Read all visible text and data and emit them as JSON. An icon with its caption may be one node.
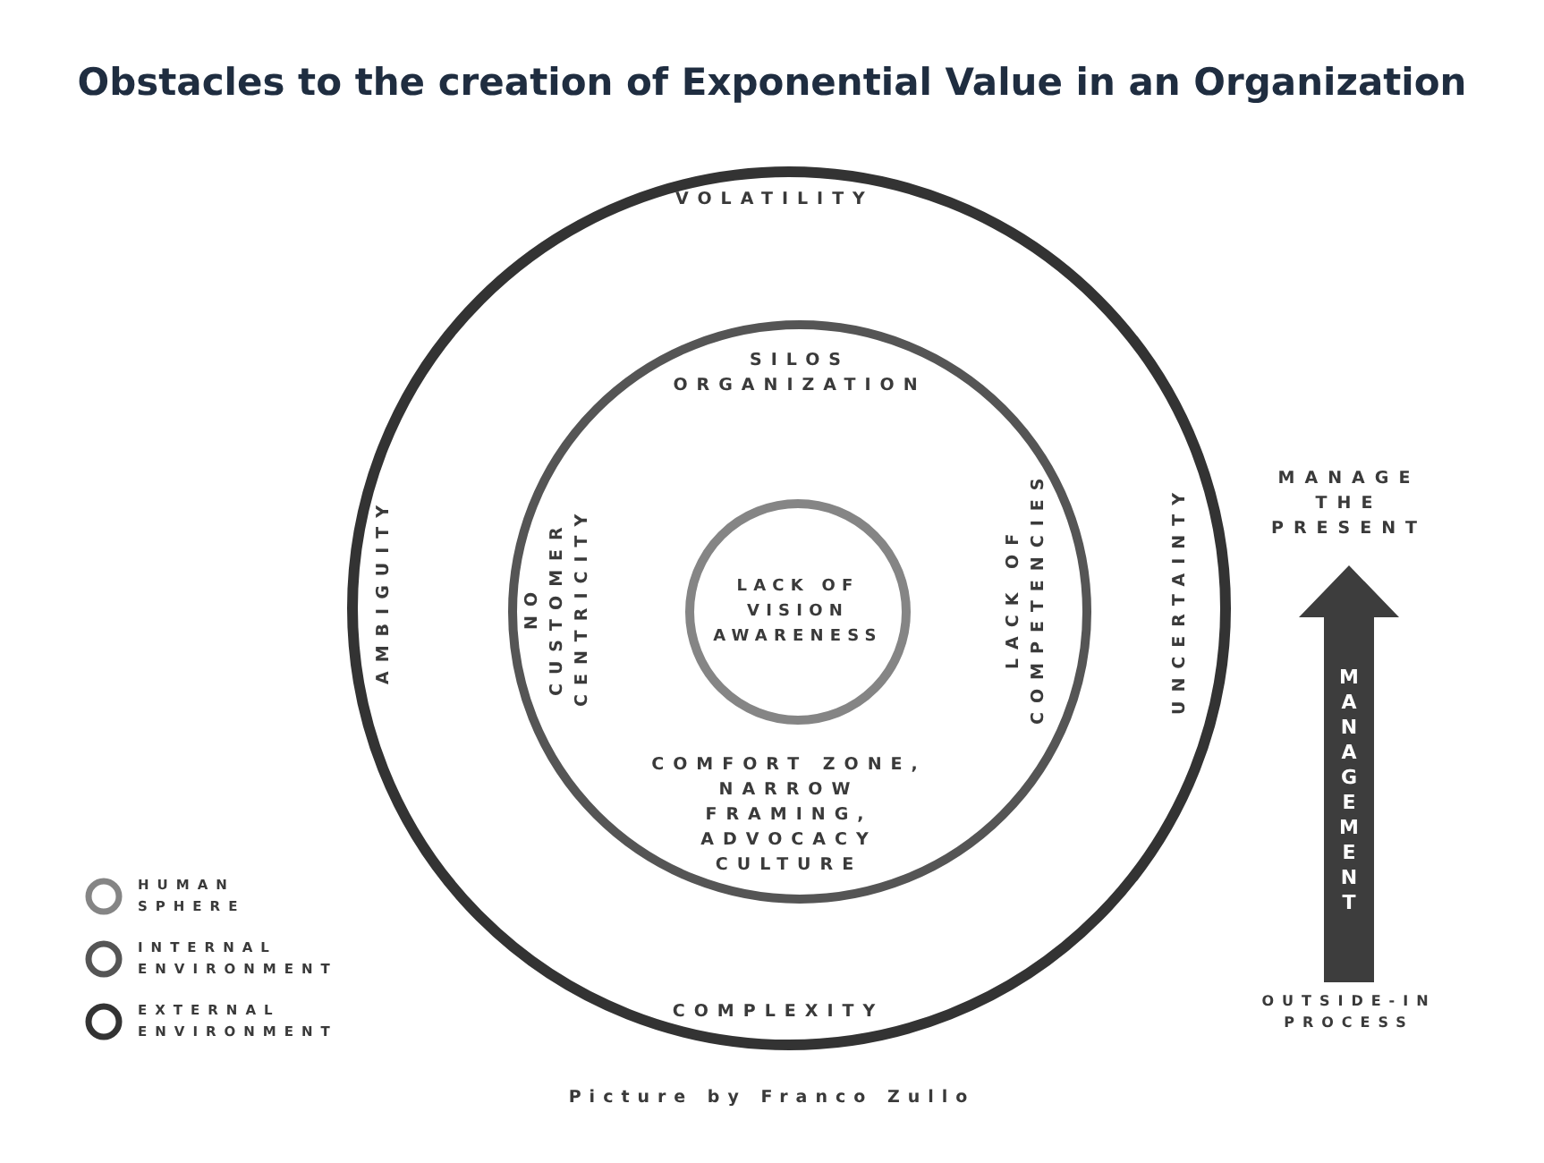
{
  "diagram": {
    "title": "Obstacles to the creation of Exponential Value in an Organization",
    "caption": "Picture by Franco Zullo",
    "nodes": [
      {
        "text": [
          "VOLATILITY",
          "AMBIGUITY",
          "UNCERTAINTY",
          "COMPLEXITY"
        ]
      },
      {
        "text": [
          "SILOS ORGANIZATION",
          "NO CUSTOMER CENTRICITY",
          "LACK OF COMPETENCIES",
          "COMFORT ZONE, NARROW FRAMING, ADVOCACY CULTURE"
        ],
        "in": 0
      },
      {
        "text": [
          "LACK OF VISION AWARENESS"
        ],
        "in": 1
      },
      {
        "text": [
          "MANAGEMENT"
        ],
        "beside": [
          "MANAGE THE PRESENT",
          "OUTSIDE-IN PROCESS"
        ]
      }
    ],
    "edges": [],
    "legend": [
      {
        "text": "HUMAN SPHERE"
      },
      {
        "text": "INTERNAL ENVIRONMENT"
      },
      {
        "text": "EXTERNAL ENVIRONMENT"
      }
    ]
  }
}
